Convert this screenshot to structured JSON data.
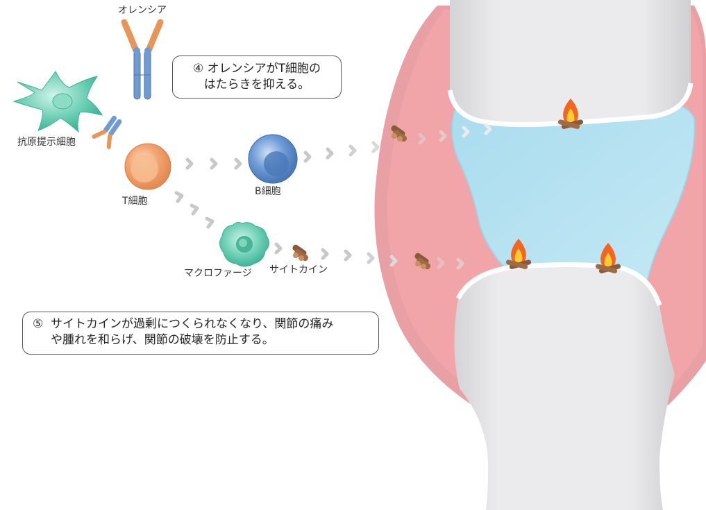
{
  "labels": {
    "orencia": "オレンシア",
    "antigen_presenting_cell": "抗原提示細胞",
    "t_cell": "T細胞",
    "b_cell": "B細胞",
    "macrophage": "マクロファージ",
    "cytokine": "サイトカイン"
  },
  "callouts": {
    "step4": {
      "number": "④",
      "line1": "オレンシアがT細胞の",
      "line2": "はたらきを抑える。"
    },
    "step5": {
      "number": "⑤",
      "line1": "サイトカインが過剰につくられなくなり、関節の痛み",
      "line2": "や腫れを和らげ、関節の破壊を防止する。"
    }
  },
  "colors": {
    "capsule_outer": "#e8a0a4",
    "capsule_inner": "#f2a5a8",
    "synovial_fluid": "#b8e2f0",
    "bone": "#e3e3e5",
    "antibody_heavy": "#6f9bd1",
    "antibody_light": "#e8955a",
    "t_cell": "#f2a470",
    "b_cell": "#5a88c8",
    "apc": "#5ec9a8",
    "macrophage": "#5fcab0",
    "arrow": "#c8c8c8",
    "flame": "#f26522",
    "wood": "#8a5a3b"
  },
  "icons": [
    "antibody-icon",
    "firewood-icon",
    "campfire-icon",
    "chevron-arrow-icon"
  ]
}
